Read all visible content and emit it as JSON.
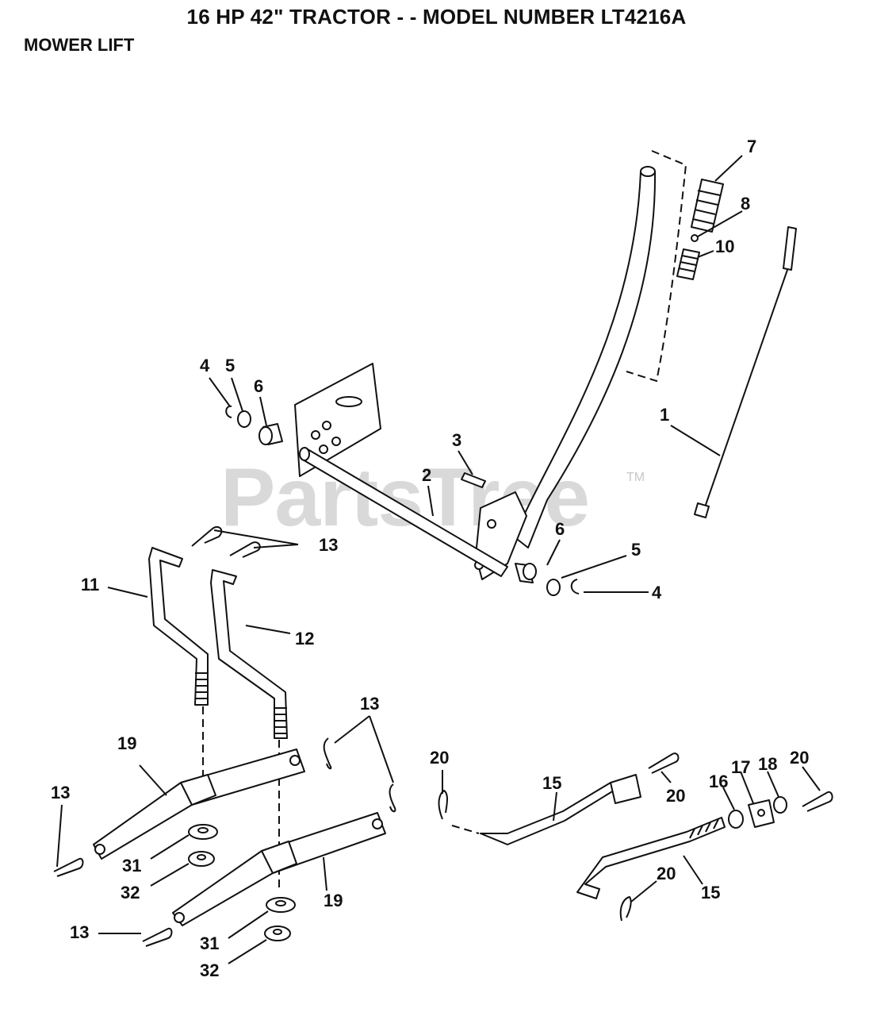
{
  "header": {
    "title": "16 HP 42\" TRACTOR - - MODEL NUMBER LT4216A",
    "section": "MOWER LIFT"
  },
  "watermark": {
    "text": "PartsTree",
    "tm": "TM"
  },
  "callouts": {
    "p7": "7",
    "p8": "8",
    "p10": "10",
    "p1": "1",
    "p4a": "4",
    "p5a": "5",
    "p6a": "6",
    "p3": "3",
    "p2": "2",
    "p13a": "13",
    "p11": "11",
    "p12": "12",
    "p6b": "6",
    "p5b": "5",
    "p4b": "4",
    "p13b": "13",
    "p19a": "19",
    "p13c": "13",
    "p31a": "31",
    "p32a": "32",
    "p19b": "19",
    "p13d": "13",
    "p31b": "31",
    "p32b": "32",
    "p20a": "20",
    "p15a": "15",
    "p20b": "20",
    "p16": "16",
    "p17": "17",
    "p18": "18",
    "p20c": "20",
    "p20d": "20",
    "p15b": "15"
  }
}
